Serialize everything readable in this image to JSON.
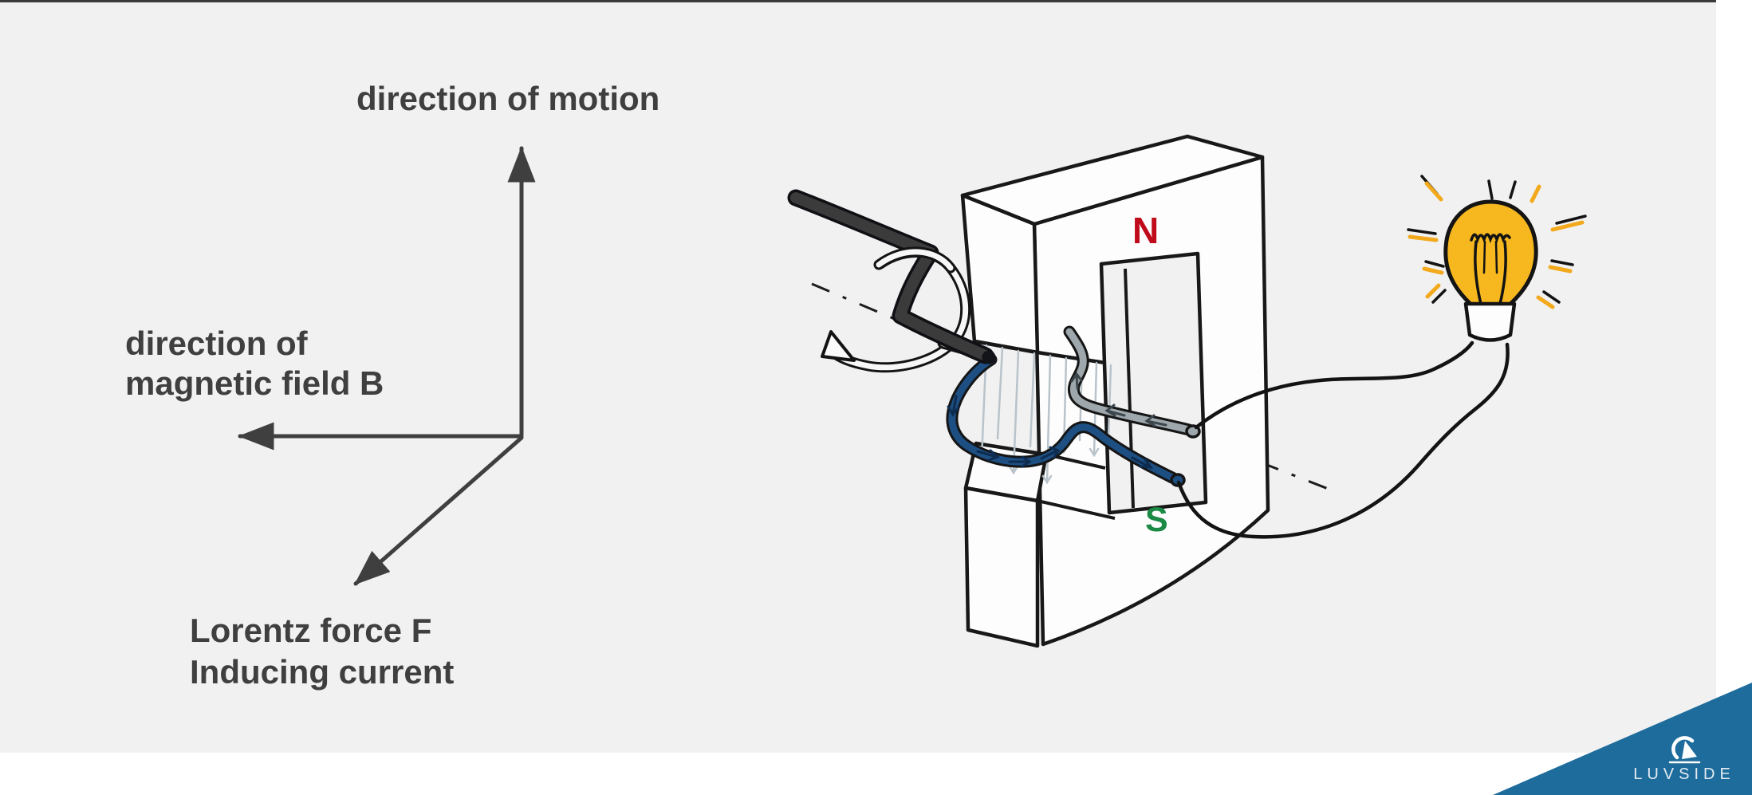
{
  "page": {
    "panel_bg": "#f1f1f2",
    "top_bar": "#3a3a3a",
    "canvas_bg": "#ffffff"
  },
  "axes": {
    "color": "#3f3f3f",
    "motion_label": "direction of motion",
    "field_label_line1": "direction of",
    "field_label_line2": "magnetic field B",
    "lorentz_label_line1": "Lorentz force F",
    "lorentz_label_line2": "Inducing current"
  },
  "magnet": {
    "north_label": "N",
    "north_color": "#c00b1b",
    "south_label": "S",
    "south_color": "#1b8a44",
    "body_fill": "#fdfdfe",
    "outline": "#181818"
  },
  "circuit": {
    "crank_color": "#3b3b3b",
    "wire_front_color": "#1d4f83",
    "wire_back_color": "#9da7ac",
    "field_line_color": "#b9c3ca",
    "lead_color": "#131313"
  },
  "bulb": {
    "glass_color": "#f6b71f",
    "ray_color": "#f2a91c"
  },
  "branding": {
    "name": "LUVSIDE",
    "triangle_color": "#1d6c9c",
    "text_color": "#e3ebf1"
  }
}
